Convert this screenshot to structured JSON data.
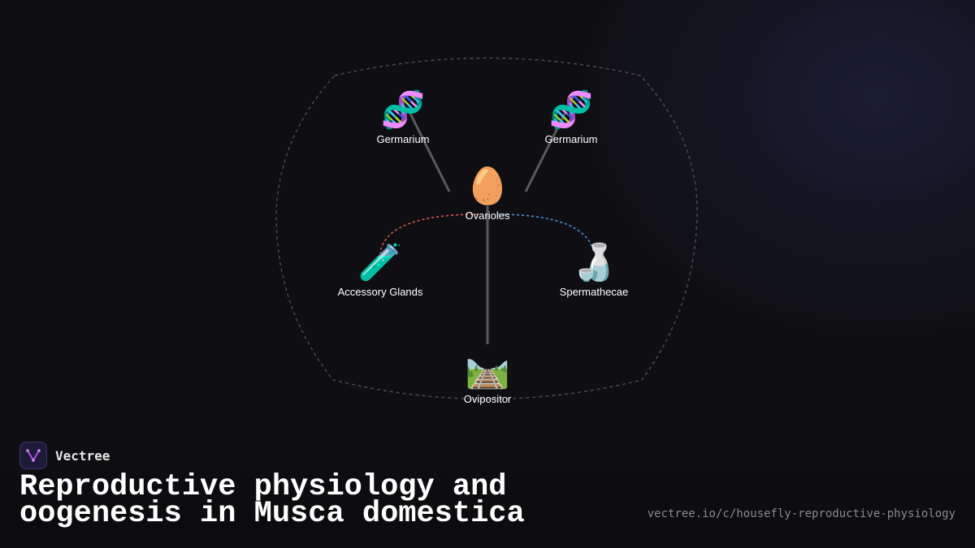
{
  "diagram": {
    "nodes": [
      {
        "id": "germarium-left",
        "emoji": "🧬",
        "label": "Germarium"
      },
      {
        "id": "germarium-right",
        "emoji": "🧬",
        "label": "Germarium"
      },
      {
        "id": "ovarioles",
        "emoji": "🥚",
        "label": "Ovarioles"
      },
      {
        "id": "accessory-glands",
        "emoji": "🧪",
        "label": "Accessory Glands"
      },
      {
        "id": "spermathecae",
        "emoji": "🍶",
        "label": "Spermathecae"
      },
      {
        "id": "ovipositor",
        "emoji": "🛤️",
        "label": "Ovipositor"
      }
    ],
    "edges": [
      {
        "from": "germarium-left",
        "to": "ovarioles",
        "style": "solid",
        "color": "#5a5a5a"
      },
      {
        "from": "germarium-right",
        "to": "ovarioles",
        "style": "solid",
        "color": "#5a5a5a"
      },
      {
        "from": "ovarioles",
        "to": "ovipositor",
        "style": "solid",
        "color": "#5a5a5a"
      },
      {
        "from": "ovarioles",
        "to": "accessory-glands",
        "style": "dashed",
        "color": "#e05252"
      },
      {
        "from": "ovarioles",
        "to": "spermathecae",
        "style": "dashed",
        "color": "#4f8fe0"
      }
    ],
    "boundary_color": "#4a4a4a"
  },
  "brand": {
    "name": "Vectree",
    "logo_color": "#b44fe0"
  },
  "title": "Reproductive physiology and oogenesis in Musca domestica",
  "url": "vectree.io/c/housefly-reproductive-physiology"
}
